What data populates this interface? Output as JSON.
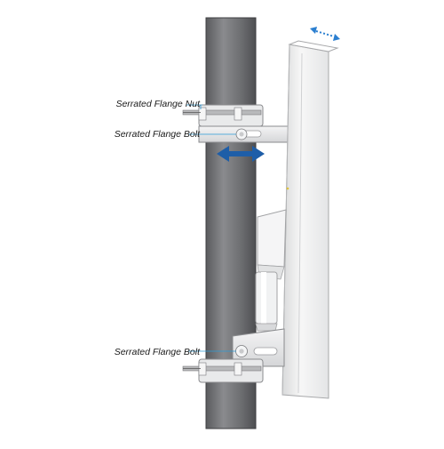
{
  "callouts": {
    "serrated_flange_nut": "Serrated Flange Nut",
    "serrated_flange_bolt_top": "Serrated Flange Bolt",
    "serrated_flange_bolt_bottom": "Serrated Flange Bolt"
  },
  "colors": {
    "pole": "#6d6e71",
    "bracket": "#e6e7e8",
    "antenna": "#f1f2f2",
    "callout_line": "#2b9bd7",
    "adjust_arrow": "#1e5ea8",
    "tilt_arrow": "#2b7fd0"
  },
  "icons": {
    "horizontal_adjust": "double-headed-arrow-icon",
    "tilt_adjust": "dotted-curved-double-arrow-icon"
  }
}
